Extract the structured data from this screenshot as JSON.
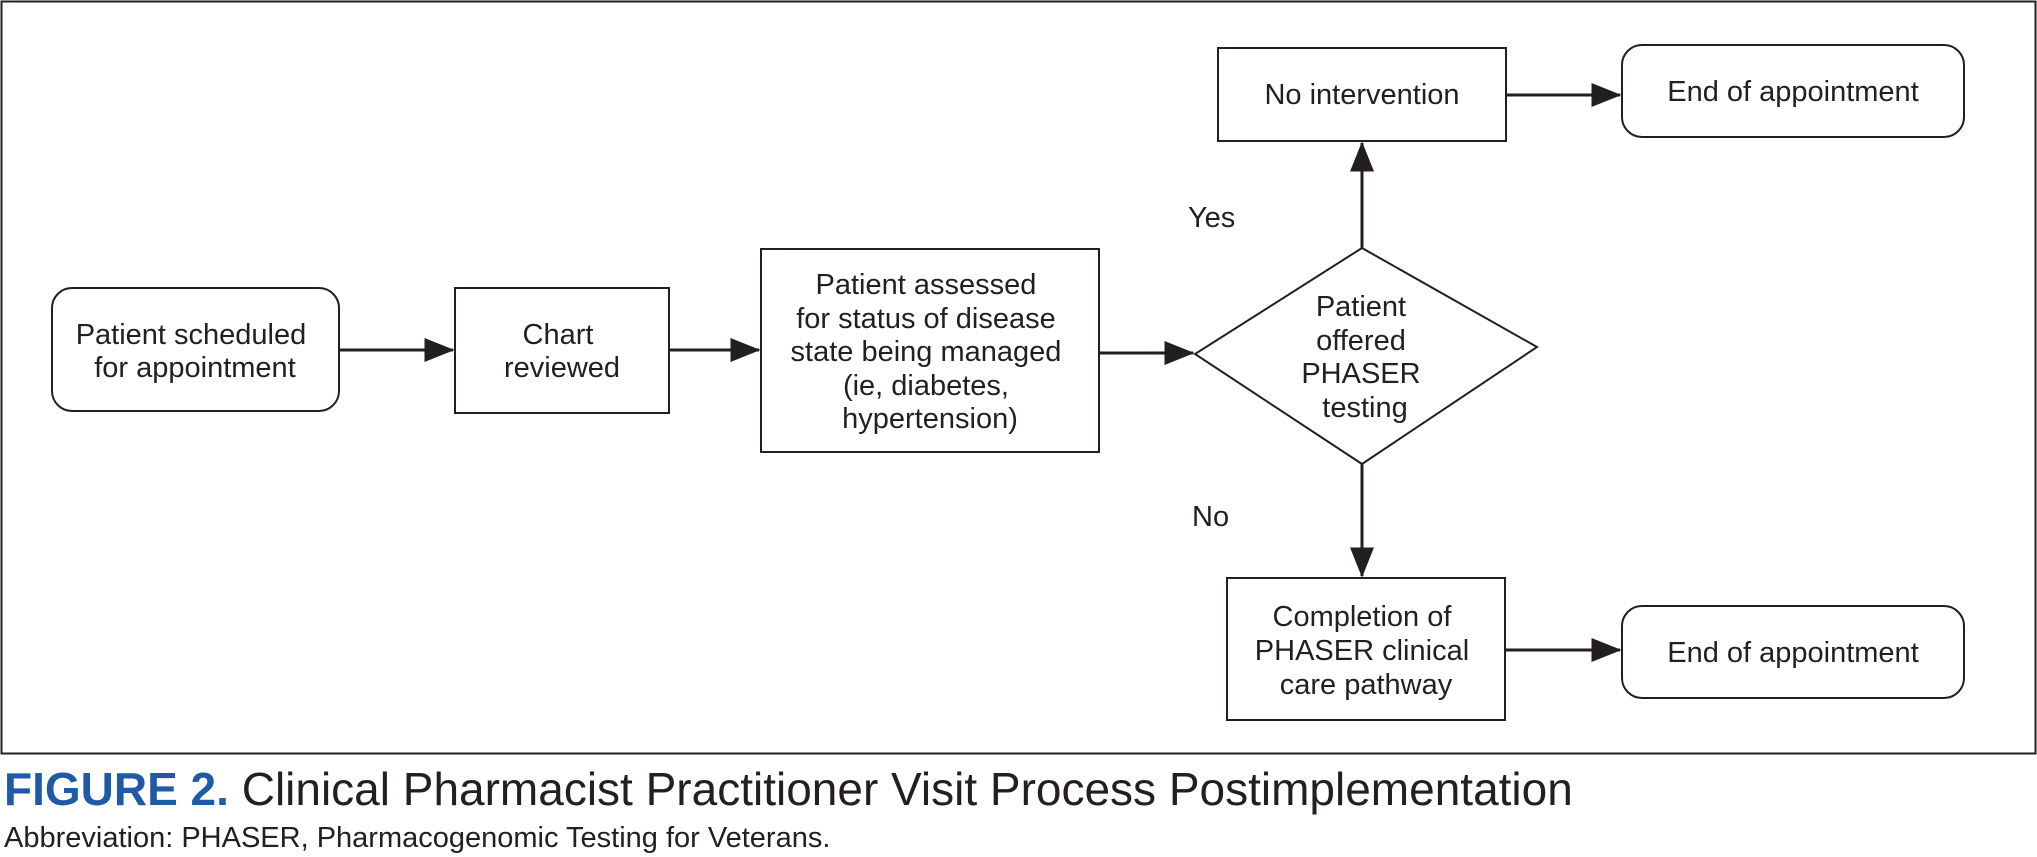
{
  "figure": {
    "label": "FIGURE 2.",
    "title": "Clinical Pharmacist Practitioner Visit Process Postimplementation",
    "abbreviation": "Abbreviation: PHASER, Pharmacogenomic Testing for Veterans."
  },
  "nodes": {
    "scheduled": [
      "Patient scheduled",
      "for appointment"
    ],
    "chart": [
      "Chart",
      "reviewed"
    ],
    "assessed": [
      "Patient assessed",
      "for status of disease",
      "state being managed",
      "(ie, diabetes,",
      "hypertension)"
    ],
    "offered": [
      "Patient",
      "offered",
      "PHASER",
      "testing"
    ],
    "no_intervention": [
      "No intervention"
    ],
    "end_top": [
      "End of appointment"
    ],
    "completion": [
      "Completion of",
      "PHASER clinical",
      "care pathway"
    ],
    "end_bottom": [
      "End of appointment"
    ]
  },
  "branches": {
    "yes": "Yes",
    "no": "No"
  },
  "colors": {
    "accent": "#1f5aa6",
    "stroke": "#231f20"
  }
}
